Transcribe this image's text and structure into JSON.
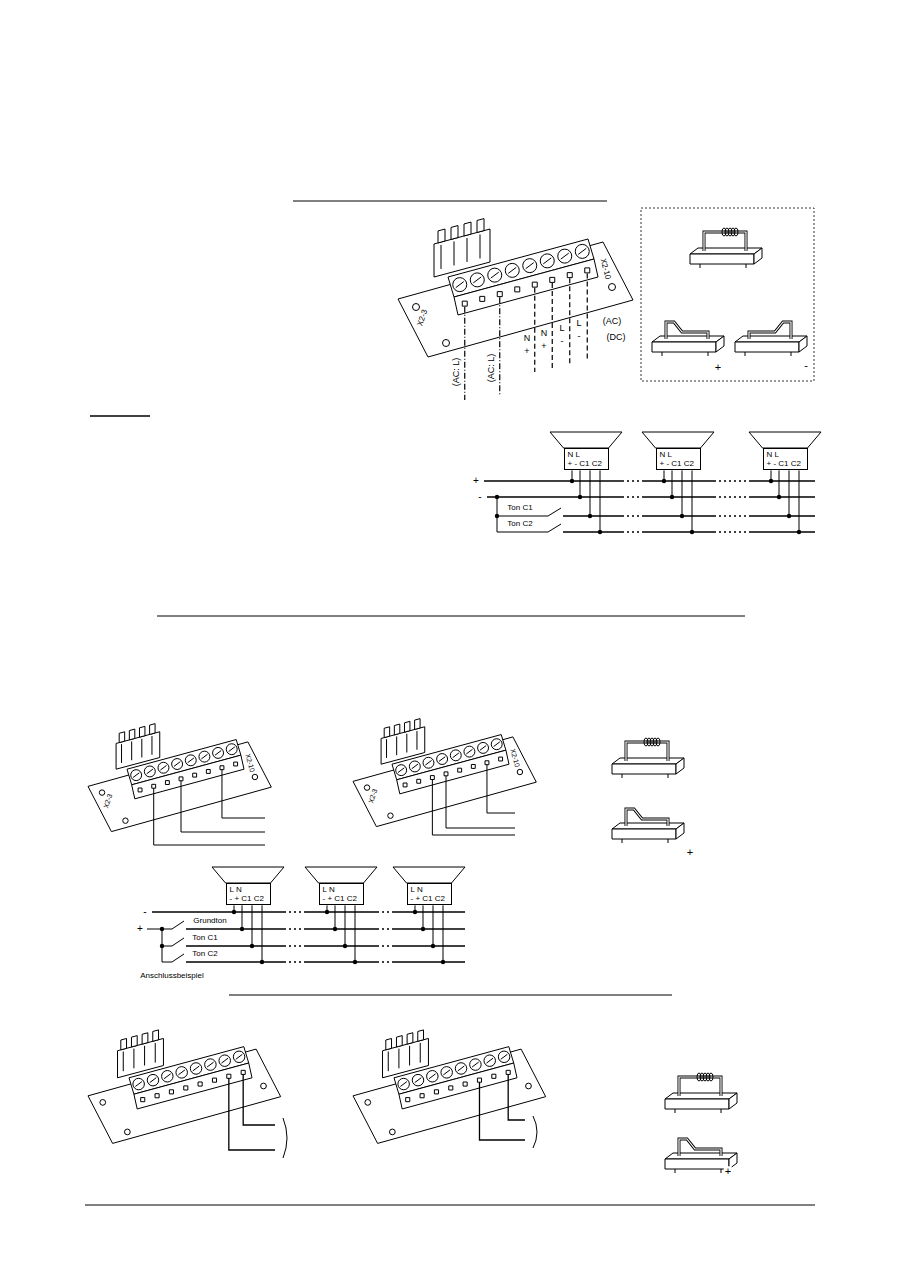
{
  "diagram": {
    "nodes": [
      {
        "text": [
          "N L",
          "+ - C1 C2"
        ]
      },
      {
        "text": [
          "N L",
          "+ - C1 C2"
        ]
      },
      {
        "text": [
          "N L",
          "+ - C1 C2"
        ]
      },
      {
        "text": [
          "L N",
          "- + C1 C2"
        ]
      },
      {
        "text": [
          "L N",
          "- + C1 C2"
        ]
      },
      {
        "text": [
          "L N",
          "- + C1 C2"
        ]
      }
    ],
    "labels": [
      "X2-3",
      "X2-10",
      "(AC: L)",
      "(AC: L)",
      "N",
      "+",
      "N",
      "+",
      "L",
      "-",
      "L",
      "-",
      "(AC)",
      "(DC)",
      "+",
      "-",
      "+",
      "-",
      "Ton C1",
      "Ton C2",
      "X2-3",
      "X2-10",
      "X2-3",
      "X2-10",
      "+",
      "-",
      "+",
      "Grundton",
      "Ton C1",
      "Ton C2",
      "Anschlussbeispiel",
      "+"
    ]
  }
}
